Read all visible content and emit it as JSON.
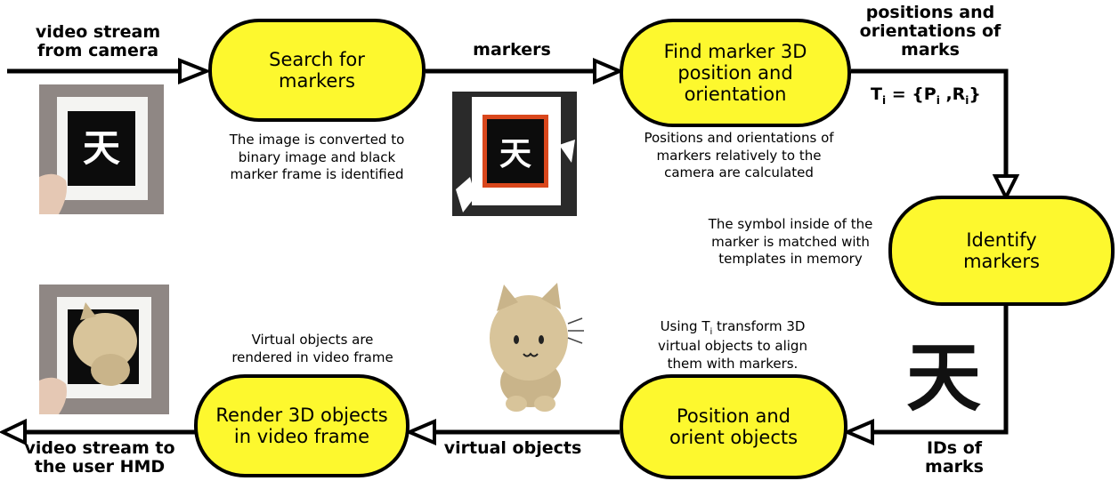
{
  "colors": {
    "box_fill": "#fdf82e",
    "stroke": "#000000",
    "photo_bg": "#8f8784",
    "card": "#f4f4f2",
    "frame_red": "#d9471c",
    "figure": "#c9b48a"
  },
  "boxes": {
    "search": "Search for\nmarkers",
    "find": "Find marker 3D\nposition and\norientation",
    "identify": "Identify\nmarkers",
    "position": "Position and\norient objects",
    "render": "Render 3D objects\nin video frame"
  },
  "captions": {
    "search": "The image is converted to\nbinary image and black\nmarker frame is identified",
    "find": "Positions and orientations of\nmarkers relatively to the\ncamera are calculated",
    "identify": "The symbol inside of the\nmarker is matched with\ntemplates in memory",
    "render": "Virtual objects are\nrendered in video frame",
    "position_pre": "Using T",
    "position_sub": "i",
    "position_post": " transform 3D\nvirtual objects to align\nthem with markers."
  },
  "edges": {
    "input": "video stream\nfrom camera",
    "markers": "markers",
    "poses": "positions and\norientations of\nmarks",
    "ids": "IDs of\nmarks",
    "virtual": "virtual objects",
    "output": "video stream to\nthe user HMD"
  },
  "formula": {
    "t": "T",
    "i": "i",
    "eq": " = {P",
    "i2": "i",
    "comma": " ,R",
    "i3": "i",
    "close": "}"
  },
  "icons": {
    "marker_glyph": "天",
    "photos": [
      "camera-photo-icon",
      "binary-photo-icon",
      "symbol-template-icon",
      "virtual-object-icon",
      "rendered-frame-icon"
    ]
  }
}
